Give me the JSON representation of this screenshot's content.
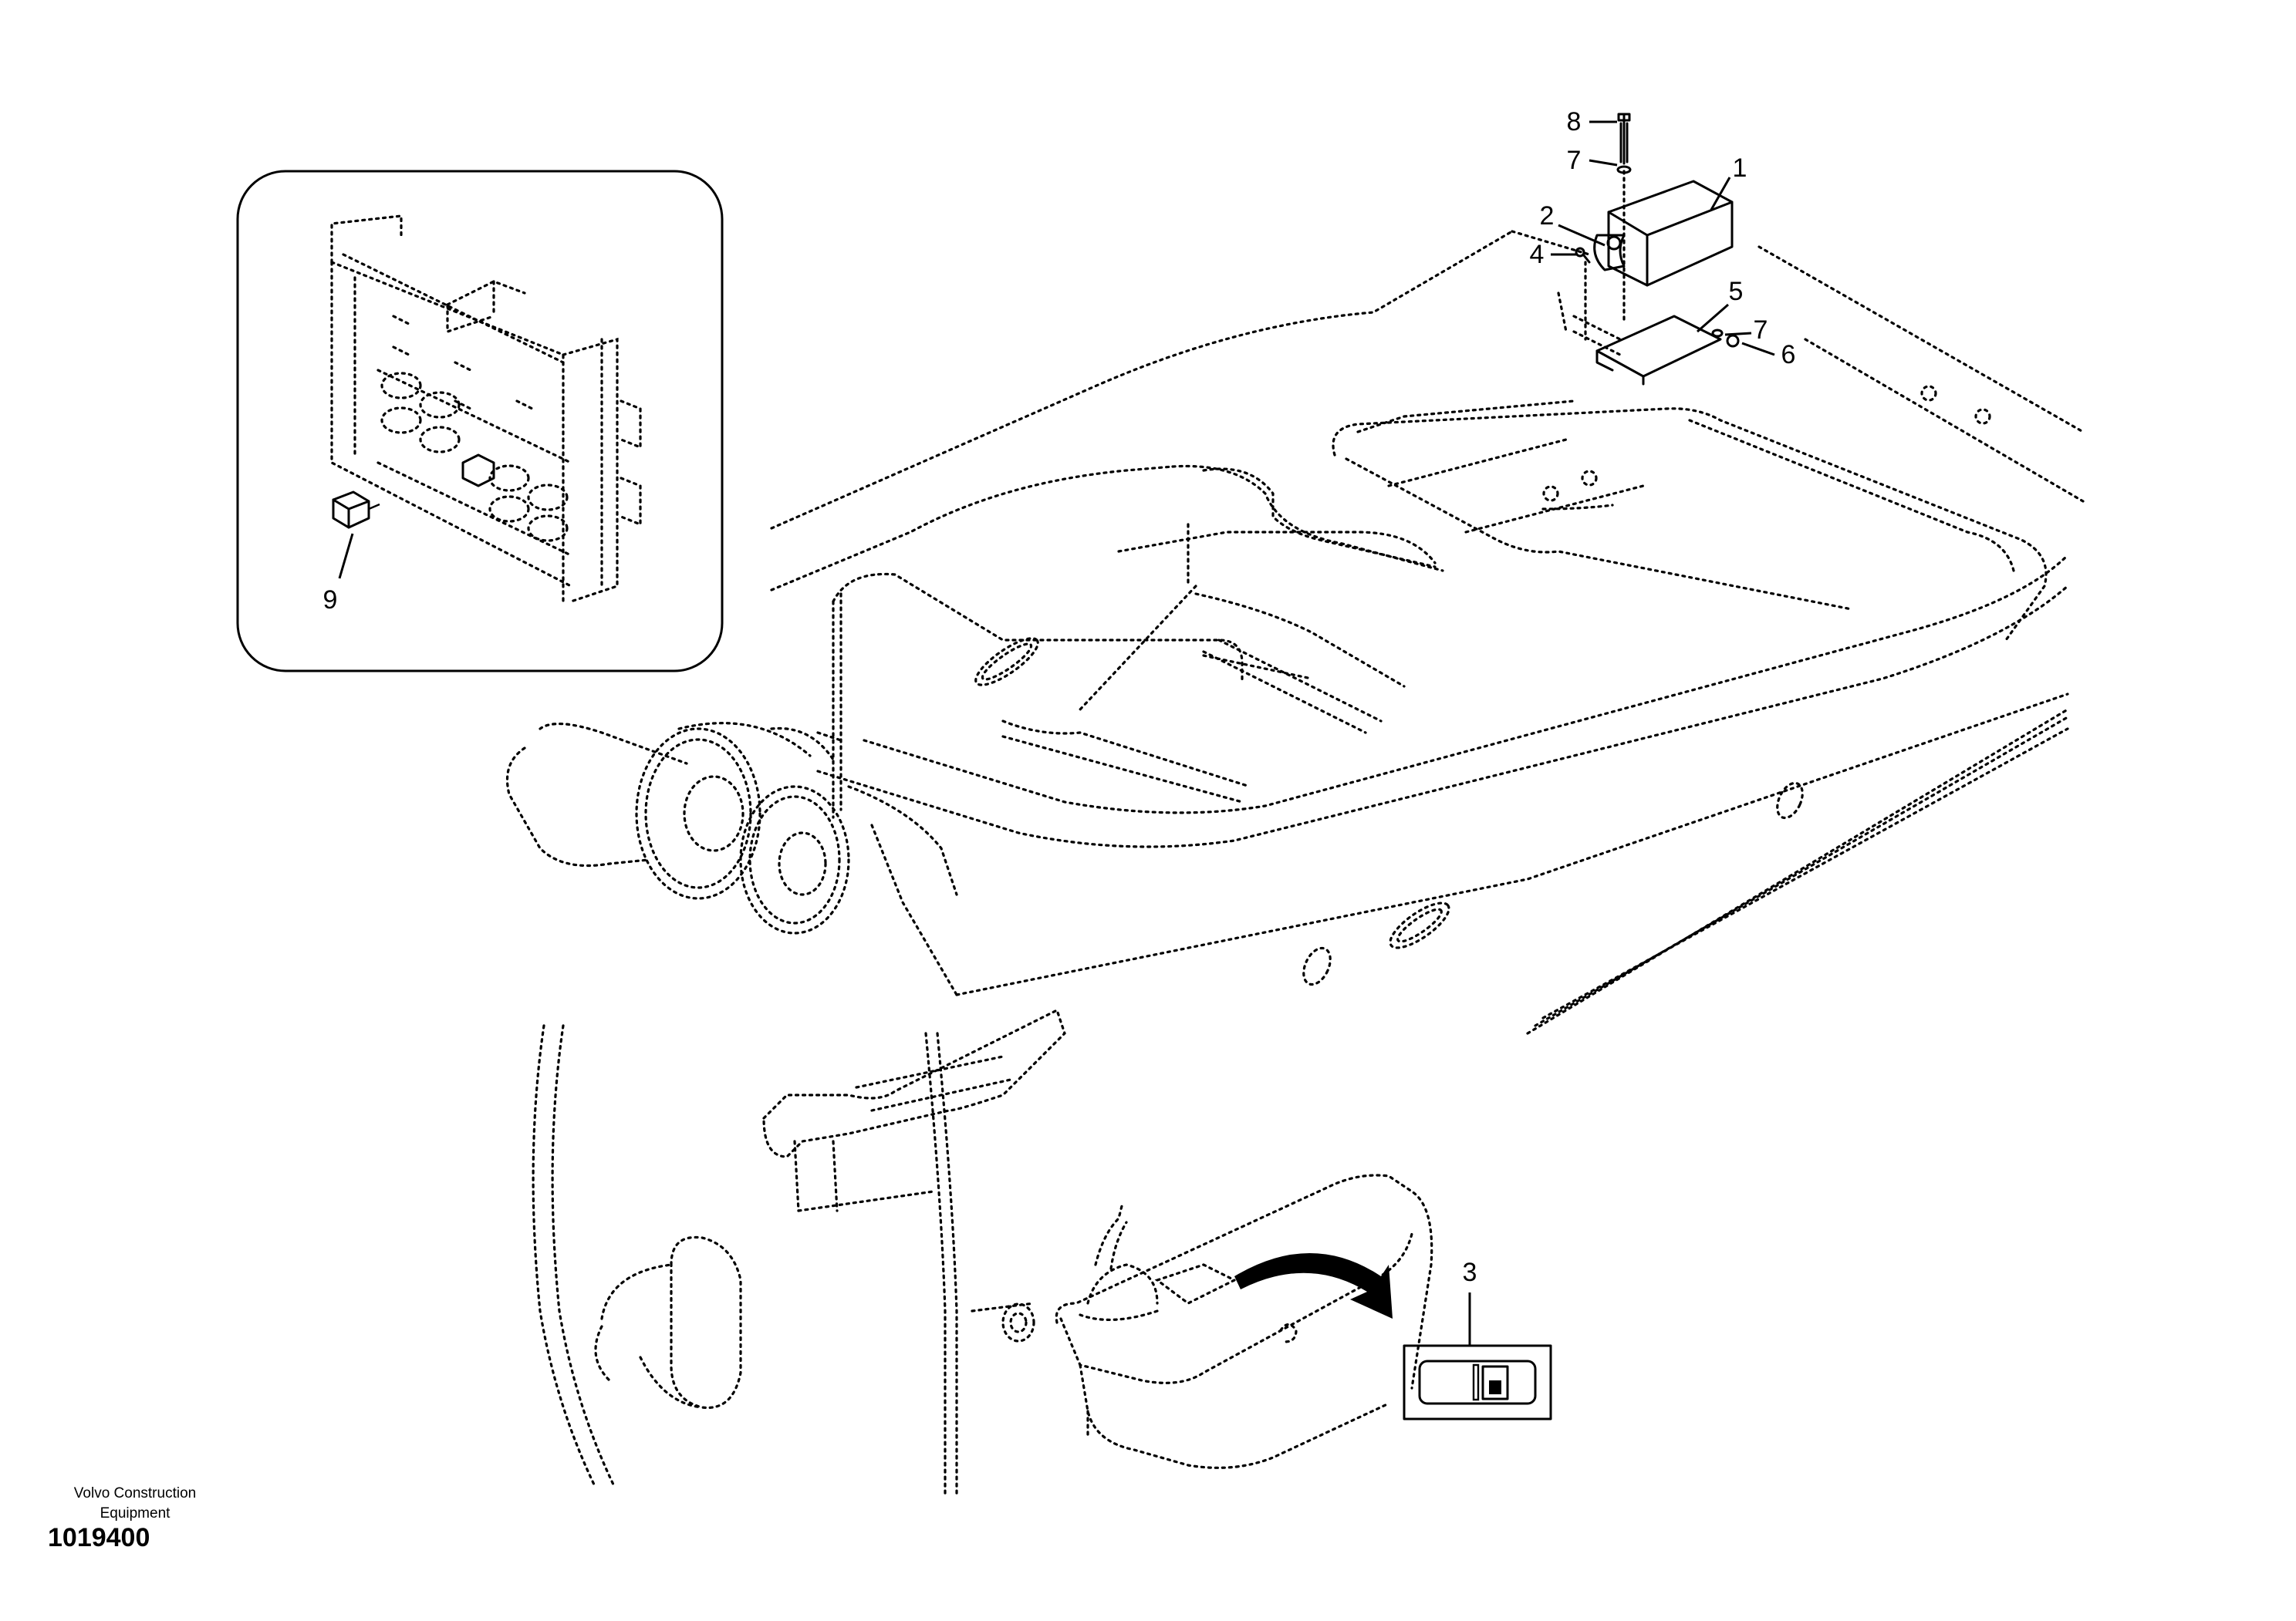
{
  "callouts": [
    {
      "id": "1",
      "label": "1"
    },
    {
      "id": "2",
      "label": "2"
    },
    {
      "id": "3",
      "label": "3"
    },
    {
      "id": "4",
      "label": "4"
    },
    {
      "id": "5",
      "label": "5"
    },
    {
      "id": "6",
      "label": "6"
    },
    {
      "id": "7a",
      "label": "7"
    },
    {
      "id": "7b",
      "label": "7"
    },
    {
      "id": "8",
      "label": "8"
    },
    {
      "id": "9",
      "label": "9"
    }
  ],
  "footer": {
    "brand_line1": "Volvo Construction",
    "brand_line2": "Equipment",
    "drawing_number": "1019400"
  },
  "colors": {
    "ink": "#000000",
    "paper": "#ffffff"
  }
}
